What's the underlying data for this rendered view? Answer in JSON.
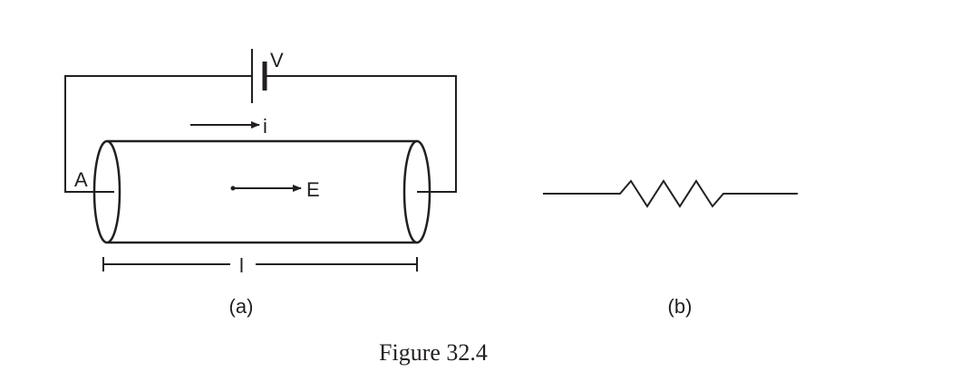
{
  "figure": {
    "caption": "Figure 32.4",
    "panel_a": {
      "label": "(a)",
      "battery_label": "V",
      "current_label": "i",
      "field_label": "E",
      "area_label": "A",
      "length_label": "l"
    },
    "panel_b": {
      "label": "(b)"
    },
    "ink_color": "#231f20"
  }
}
